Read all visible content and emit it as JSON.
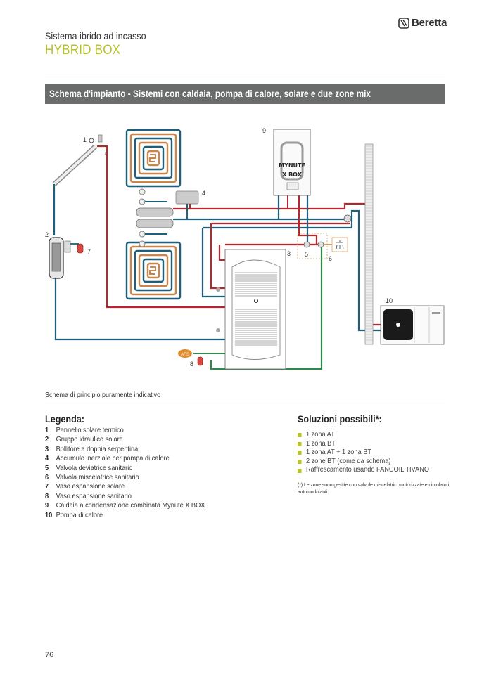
{
  "header": {
    "brand": "Beretta",
    "subtitle": "Sistema ibrido ad incasso",
    "product": "HYBRID BOX",
    "banner": "Schema d'impianto - Sistemi con caldaia, pompa di calore, solare e due zone mix"
  },
  "diagram": {
    "boiler_label_line1": "MYNUTE",
    "boiler_label_line2": "X BOX",
    "afs_label": "AFS",
    "labels": [
      "1",
      "2",
      "3",
      "4",
      "5",
      "6",
      "7",
      "8",
      "9",
      "10"
    ],
    "colors": {
      "hot": "#b3282f",
      "cold": "#1f5f7a",
      "floor": "#c9884a",
      "sanitary": "#2e8a4b",
      "accent": "#b7c327"
    }
  },
  "note": "Schema di principio puramente indicativo",
  "legend": {
    "title": "Legenda:",
    "items": [
      {
        "num": "1",
        "text": "Pannello solare termico"
      },
      {
        "num": "2",
        "text": "Gruppo idraulico solare"
      },
      {
        "num": "3",
        "text": "Bollitore a doppia serpentina"
      },
      {
        "num": "4",
        "text": "Accumulo inerziale per pompa di calore"
      },
      {
        "num": "5",
        "text": "Valvola deviatrice sanitario"
      },
      {
        "num": "6",
        "text": "Valvola miscelatrice sanitario"
      },
      {
        "num": "7",
        "text": "Vaso espansione solare"
      },
      {
        "num": "8",
        "text": "Vaso espansione sanitario"
      },
      {
        "num": "9",
        "text": "Caldaia a condensazione combinata Mynute X BOX"
      },
      {
        "num": "10",
        "text": "Pompa di calore"
      }
    ]
  },
  "solutions": {
    "title": "Soluzioni possibili*:",
    "items": [
      "1 zona AT",
      "1 zona BT",
      "1 zona AT + 1 zona BT",
      "2 zone BT (come da schema)",
      "Raffrescamento usando FANCOIL TIVANO"
    ],
    "footnote": "(*) Le zone sono gestite con valvole miscelatrici motorizzate e circolatori automodulanti"
  },
  "page_number": "76"
}
